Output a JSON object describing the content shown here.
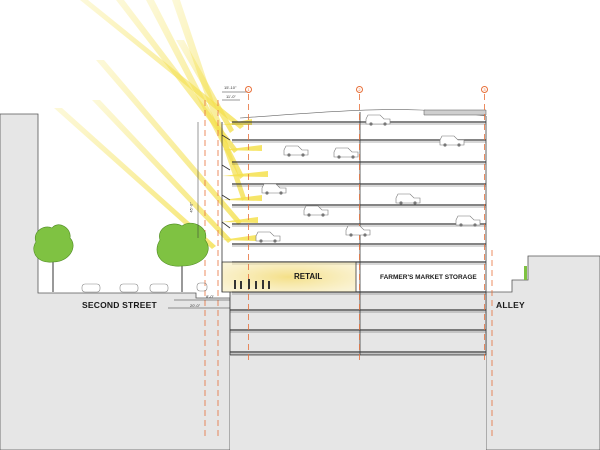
{
  "labels": {
    "second_street": "SECOND STREET",
    "retail": "RETAIL",
    "farmers_market_storage": "FARMER'S MARKET STORAGE",
    "alley": "ALLEY"
  },
  "dimensions": {
    "top_setback": "15'-10\"",
    "top_setback_2": "11'-0\"",
    "side_height": "45'-0\"",
    "sidewalk_1": "8'-0\"",
    "sidewalk_2": "20'-0\""
  },
  "grid_lines": [
    "1",
    "2",
    "3"
  ],
  "colors": {
    "sun_ray": "#f4e04d",
    "ground": "#e6e6e6",
    "tree_foliage": "#7fc242",
    "grid_line": "#e8703a",
    "retail_glow": "#f6e7a8",
    "ink": "#3a3a3a"
  }
}
